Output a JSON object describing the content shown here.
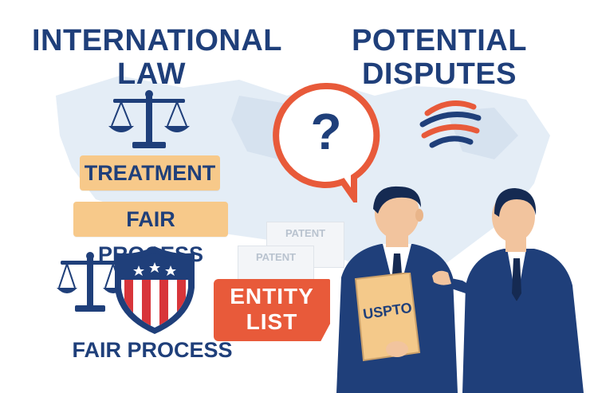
{
  "titles": {
    "left": [
      "INTERNATIONAL",
      "LAW"
    ],
    "right": [
      "POTENTIAL",
      "DISPUTES"
    ]
  },
  "tags": {
    "treatment": "TREATMENT",
    "fair_process": "FAIR PROCESS"
  },
  "bottom_label": "FAIR PROCESS",
  "entity_list": [
    "ENTITY",
    "LIST"
  ],
  "folder_label": "USPTO",
  "patent_docs": [
    "PATENT",
    "PATENT"
  ],
  "question_mark": "?",
  "icons": [
    "scales-icon",
    "shield-icon",
    "speech-bubble-icon",
    "globe-logo-icon",
    "map-background"
  ],
  "colors": {
    "navy": "#1f3f7a",
    "tag": "#f7c98a",
    "red": "#e85a3a",
    "shield_red": "#d8353a",
    "map": "#e4edf6"
  }
}
